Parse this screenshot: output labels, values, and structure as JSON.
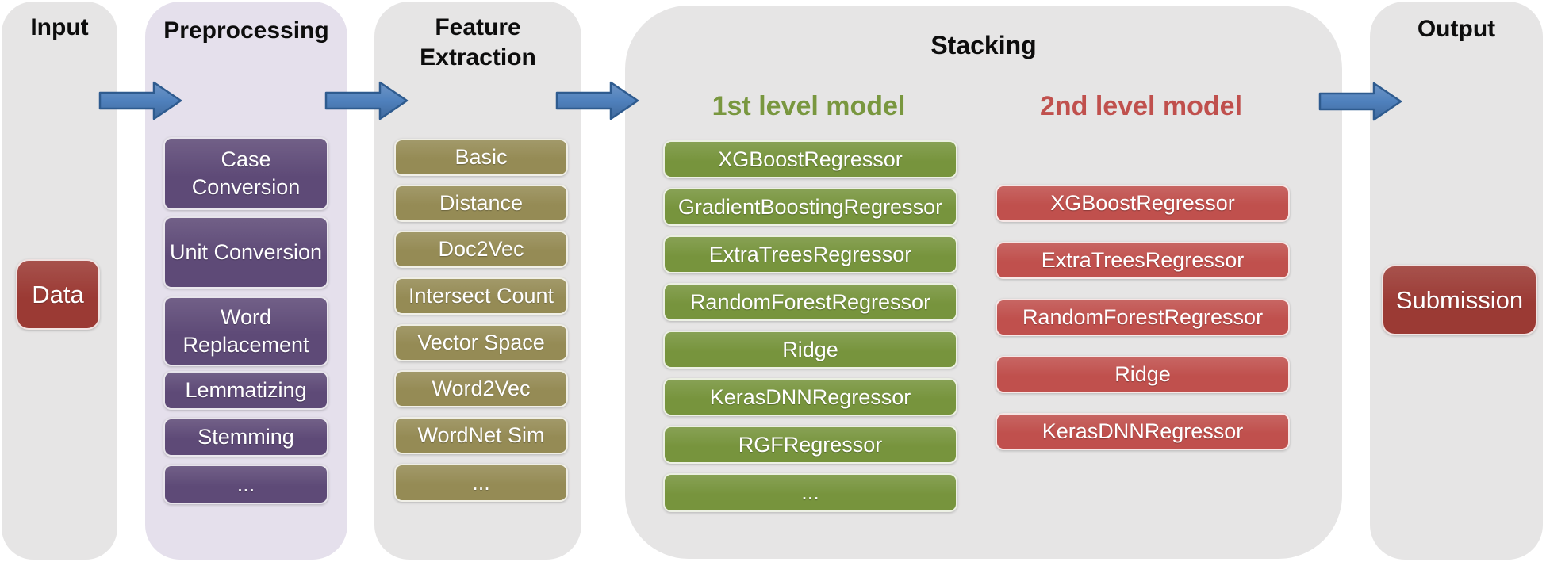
{
  "pipeline": {
    "stages": {
      "input": {
        "title": "Input",
        "items": [
          "Data"
        ]
      },
      "preprocessing": {
        "title": "Preprocessing",
        "items": [
          "Case Conversion",
          "Unit Conversion",
          "Word Replacement",
          "Lemmatizing",
          "Stemming",
          "..."
        ]
      },
      "feature_extraction": {
        "title": "Feature Extraction",
        "items": [
          "Basic",
          "Distance",
          "Doc2Vec",
          "Intersect Count",
          "Vector Space",
          "Word2Vec",
          "WordNet Sim",
          "..."
        ]
      },
      "stacking": {
        "title": "Stacking",
        "level1": {
          "title": "1st level model",
          "items": [
            "XGBoostRegressor",
            "GradientBoostingRegressor",
            "ExtraTreesRegressor",
            "RandomForestRegressor",
            "Ridge",
            "KerasDNNRegressor",
            "RGFRegressor",
            "..."
          ]
        },
        "level2": {
          "title": "2nd level model",
          "items": [
            "XGBoostRegressor",
            "ExtraTreesRegressor",
            "RandomForestRegressor",
            "Ridge",
            "KerasDNNRegressor"
          ]
        }
      },
      "output": {
        "title": "Output",
        "items": [
          "Submission"
        ]
      }
    },
    "colors": {
      "column_bg": "#e6e5e5",
      "preprocessing_bg": "#e5e0ec",
      "purple_box": "#5e4a77",
      "olive_box": "#958b55",
      "green_box": "#77943d",
      "red_box": "#c0504d",
      "dark_red_box": "#9b3a34",
      "level1_header_text": "#79973f",
      "level2_header_text": "#c0504d",
      "arrow_fill": "#4f81bd",
      "arrow_border": "#2e5b8f",
      "title_text": "#0d0d0d",
      "box_text": "#ffffff"
    },
    "icons": {
      "flow_arrow": "right-arrow-icon"
    }
  }
}
